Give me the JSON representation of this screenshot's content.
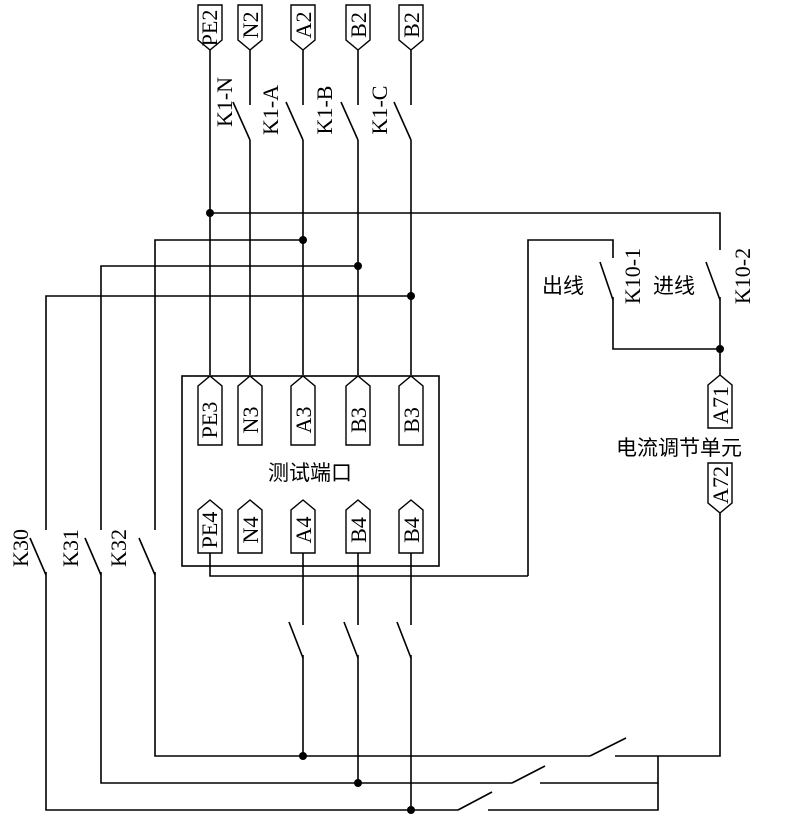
{
  "top_terminals": [
    "PE2",
    "N2",
    "A2",
    "B2",
    "B2"
  ],
  "k1_switches": [
    "K1-N",
    "K1-A",
    "K1-B",
    "K1-C"
  ],
  "port_box": {
    "title": "测试端口",
    "upper_terminals": [
      "PE3",
      "N3",
      "A3",
      "B3",
      "B3"
    ],
    "lower_terminals": [
      "PE4",
      "N4",
      "A4",
      "B4",
      "B4"
    ]
  },
  "side_switches": {
    "k10_1": "K10-1",
    "k10_2": "K10-2",
    "outgoing_label": "出线",
    "incoming_label": "进线"
  },
  "current_unit": {
    "label": "电流调节单元",
    "top_terminal": "A71",
    "bottom_terminal": "A72"
  },
  "left_switches": [
    "K30",
    "K31",
    "K32"
  ]
}
